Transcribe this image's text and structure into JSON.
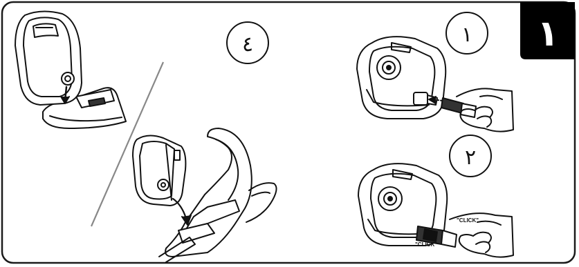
{
  "section_tab": {
    "number": "١",
    "bg_color": "#000000",
    "fg_color": "#ffffff"
  },
  "steps": [
    {
      "number": "١"
    },
    {
      "number": "٢"
    },
    {
      "number": "٤"
    }
  ],
  "click_labels": [
    "\"CLICK\"",
    "\"CLICK\""
  ],
  "colors": {
    "frame": "#1a1a1a",
    "divider": "#888888",
    "line_art": "#111111"
  }
}
